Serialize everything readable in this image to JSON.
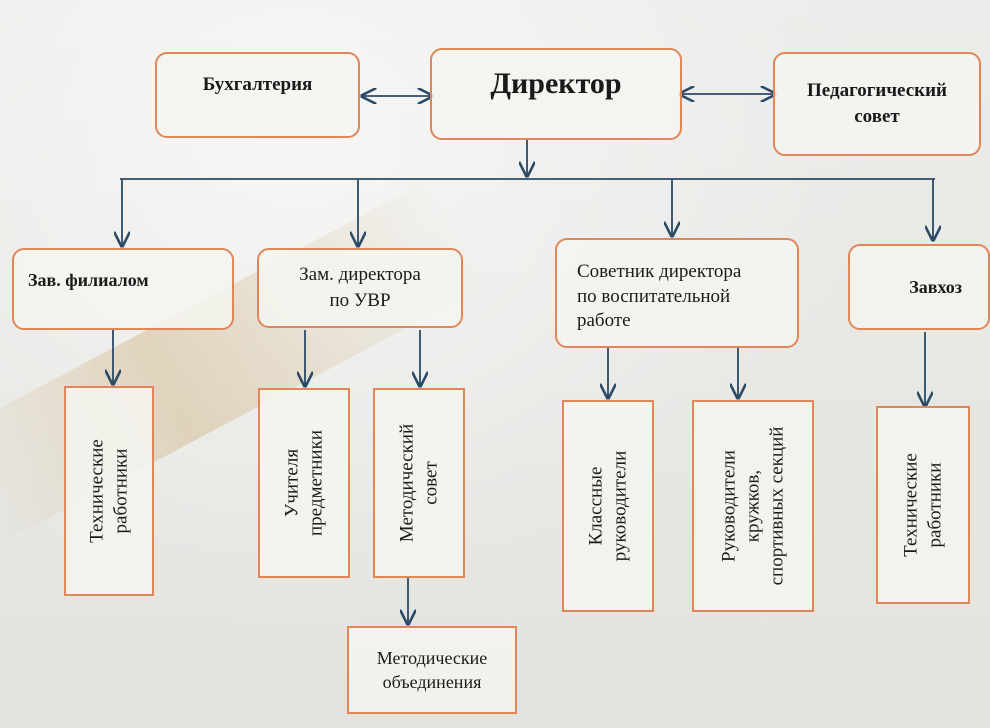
{
  "top": {
    "accounting": "Бухгалтерия",
    "director": "Директор",
    "ped_council_line1": "Педагогический",
    "ped_council_line2": "совет"
  },
  "middle": {
    "branch_head": "Зав. филиалом",
    "deputy_line1": "Зам. директора",
    "deputy_line2": "по УВР",
    "advisor_line1": "Советник директора",
    "advisor_line2": "по воспитательной",
    "advisor_line3": "работе",
    "supply_manager": "Завхоз"
  },
  "bottom": {
    "tech_workers_1_line1": "Технические",
    "tech_workers_1_line2": "работники",
    "subject_teachers_line1": "Учителя",
    "subject_teachers_line2": "предметники",
    "method_council_line1": "Методический",
    "method_council_line2": "совет",
    "class_teachers_line1": "Классные",
    "class_teachers_line2": "руководители",
    "club_leaders_line1": "Руководители",
    "club_leaders_line2": "кружков,",
    "club_leaders_line3": "спортивных секций",
    "tech_workers_2_line1": "Технические",
    "tech_workers_2_line2": "работники",
    "method_assoc_line1": "Методические",
    "method_assoc_line2": "объединения"
  },
  "colors": {
    "box_border": "#e0875a",
    "line": "#2b4a66"
  }
}
